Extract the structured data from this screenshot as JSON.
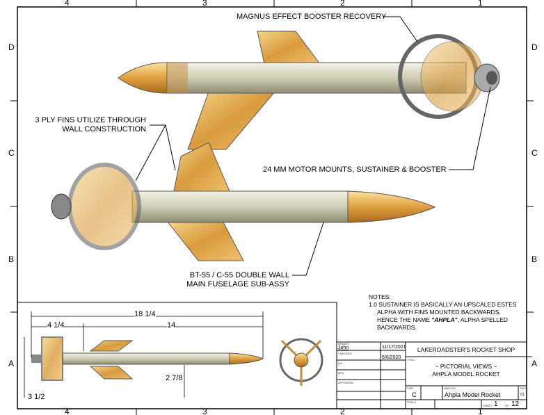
{
  "zones": {
    "columns": [
      "4",
      "3",
      "2",
      "1"
    ],
    "rows": [
      "D",
      "C",
      "B",
      "A"
    ]
  },
  "callouts": {
    "magnus": "MAGNUS EFFECT BOOSTER RECOVERY",
    "fins": [
      "3 PLY FINS UTILIZE THROUGH",
      "WALL CONSTRUCTION"
    ],
    "motor": "24 MM MOTOR MOUNTS, SUSTAINER & BOOSTER",
    "fuselage": [
      "BT-55 / C-55 DOUBLE WALL",
      "MAIN FUSELAGE SUB-ASSY"
    ]
  },
  "notes": {
    "title": "NOTES:",
    "line1": "1.0 SUSTAINER IS BASICALLY AN UPSCALED ESTES",
    "line2": "ALPHA WITH FINS MOUNTED BACKWARDS,",
    "line3a": "HENCE THE NAME ",
    "line3b": "\"AHPLA\"",
    "line3c": ", ALPHA SPELLED",
    "line4": "BACKWARDS."
  },
  "dimensions": {
    "overall": "18 1/4",
    "booster": "4 1/4",
    "sustainer": "14",
    "span": "2 7/8",
    "diameter": "3 1/2"
  },
  "title_block": {
    "drawn_label": "DRAWN",
    "drawn_by": "John",
    "drawn_date": "11/17/2021",
    "checked_label": "CHECKED",
    "checked_date": "6/6/2020",
    "qa_label": "QA",
    "mfg_label": "MFG",
    "approved_label": "APPROVED",
    "company": "LAKEROADSTER'S ROCKET SHOP",
    "title_label": "TITLE",
    "title1": "~ PICTORIAL VIEWS ~",
    "title2": "AHPLA MODEL ROCKET",
    "size_label": "SIZE",
    "size": "C",
    "dwg_label": "DWG NO",
    "dwg_no": "Ahpla Model Rocket",
    "rev_label": "REV",
    "rev": "01",
    "scale_label": "SCALE",
    "sheet_label": "SHEET",
    "sheet": "1",
    "of_label": "OF",
    "sheets": "12"
  }
}
